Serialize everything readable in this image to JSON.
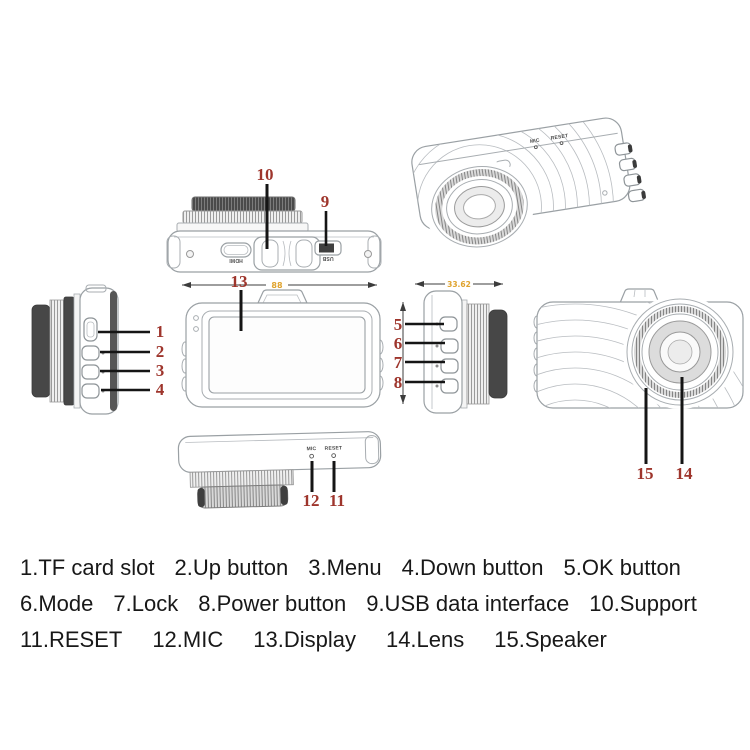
{
  "title": "Dash camera parts diagram",
  "colors": {
    "callout_red": "#9e352c",
    "dimension_orange": "#dfa32e",
    "line_art_gray": "#9aa0a4",
    "legend_text": "#181818",
    "background": "#ffffff"
  },
  "callouts": {
    "c1": "1",
    "c2": "2",
    "c3": "3",
    "c4": "4",
    "c5": "5",
    "c6": "6",
    "c7": "7",
    "c8": "8",
    "c9": "9",
    "c10": "10",
    "c11": "11",
    "c12": "12",
    "c13": "13",
    "c14": "14",
    "c15": "15"
  },
  "views": {
    "top": {
      "hdmi_label": "HDMI",
      "usb_label": "USB"
    },
    "perspective": {
      "mic_label": "MIC",
      "reset_label": "RESET"
    },
    "bottom": {
      "mic_label": "MIC",
      "reset_label": "RESET"
    }
  },
  "dimensions": {
    "back_width": "88",
    "side_width": "33.62"
  },
  "legend": {
    "rows": [
      {
        "items": [
          {
            "text": "1.TF card slot"
          },
          {
            "text": "2.Up button"
          },
          {
            "text": "3.Menu"
          },
          {
            "text": "4.Down button"
          },
          {
            "text": "5.OK button"
          }
        ]
      },
      {
        "items": [
          {
            "text": "6.Mode"
          },
          {
            "text": "7.Lock"
          },
          {
            "text": "8.Power button"
          },
          {
            "text": "9.USB data interface"
          },
          {
            "text": "10.Support"
          }
        ]
      },
      {
        "items": [
          {
            "text": "11.RESET"
          },
          {
            "text": "12.MIC"
          },
          {
            "text": "13.Display"
          },
          {
            "text": "14.Lens"
          },
          {
            "text": "15.Speaker"
          }
        ]
      }
    ]
  }
}
